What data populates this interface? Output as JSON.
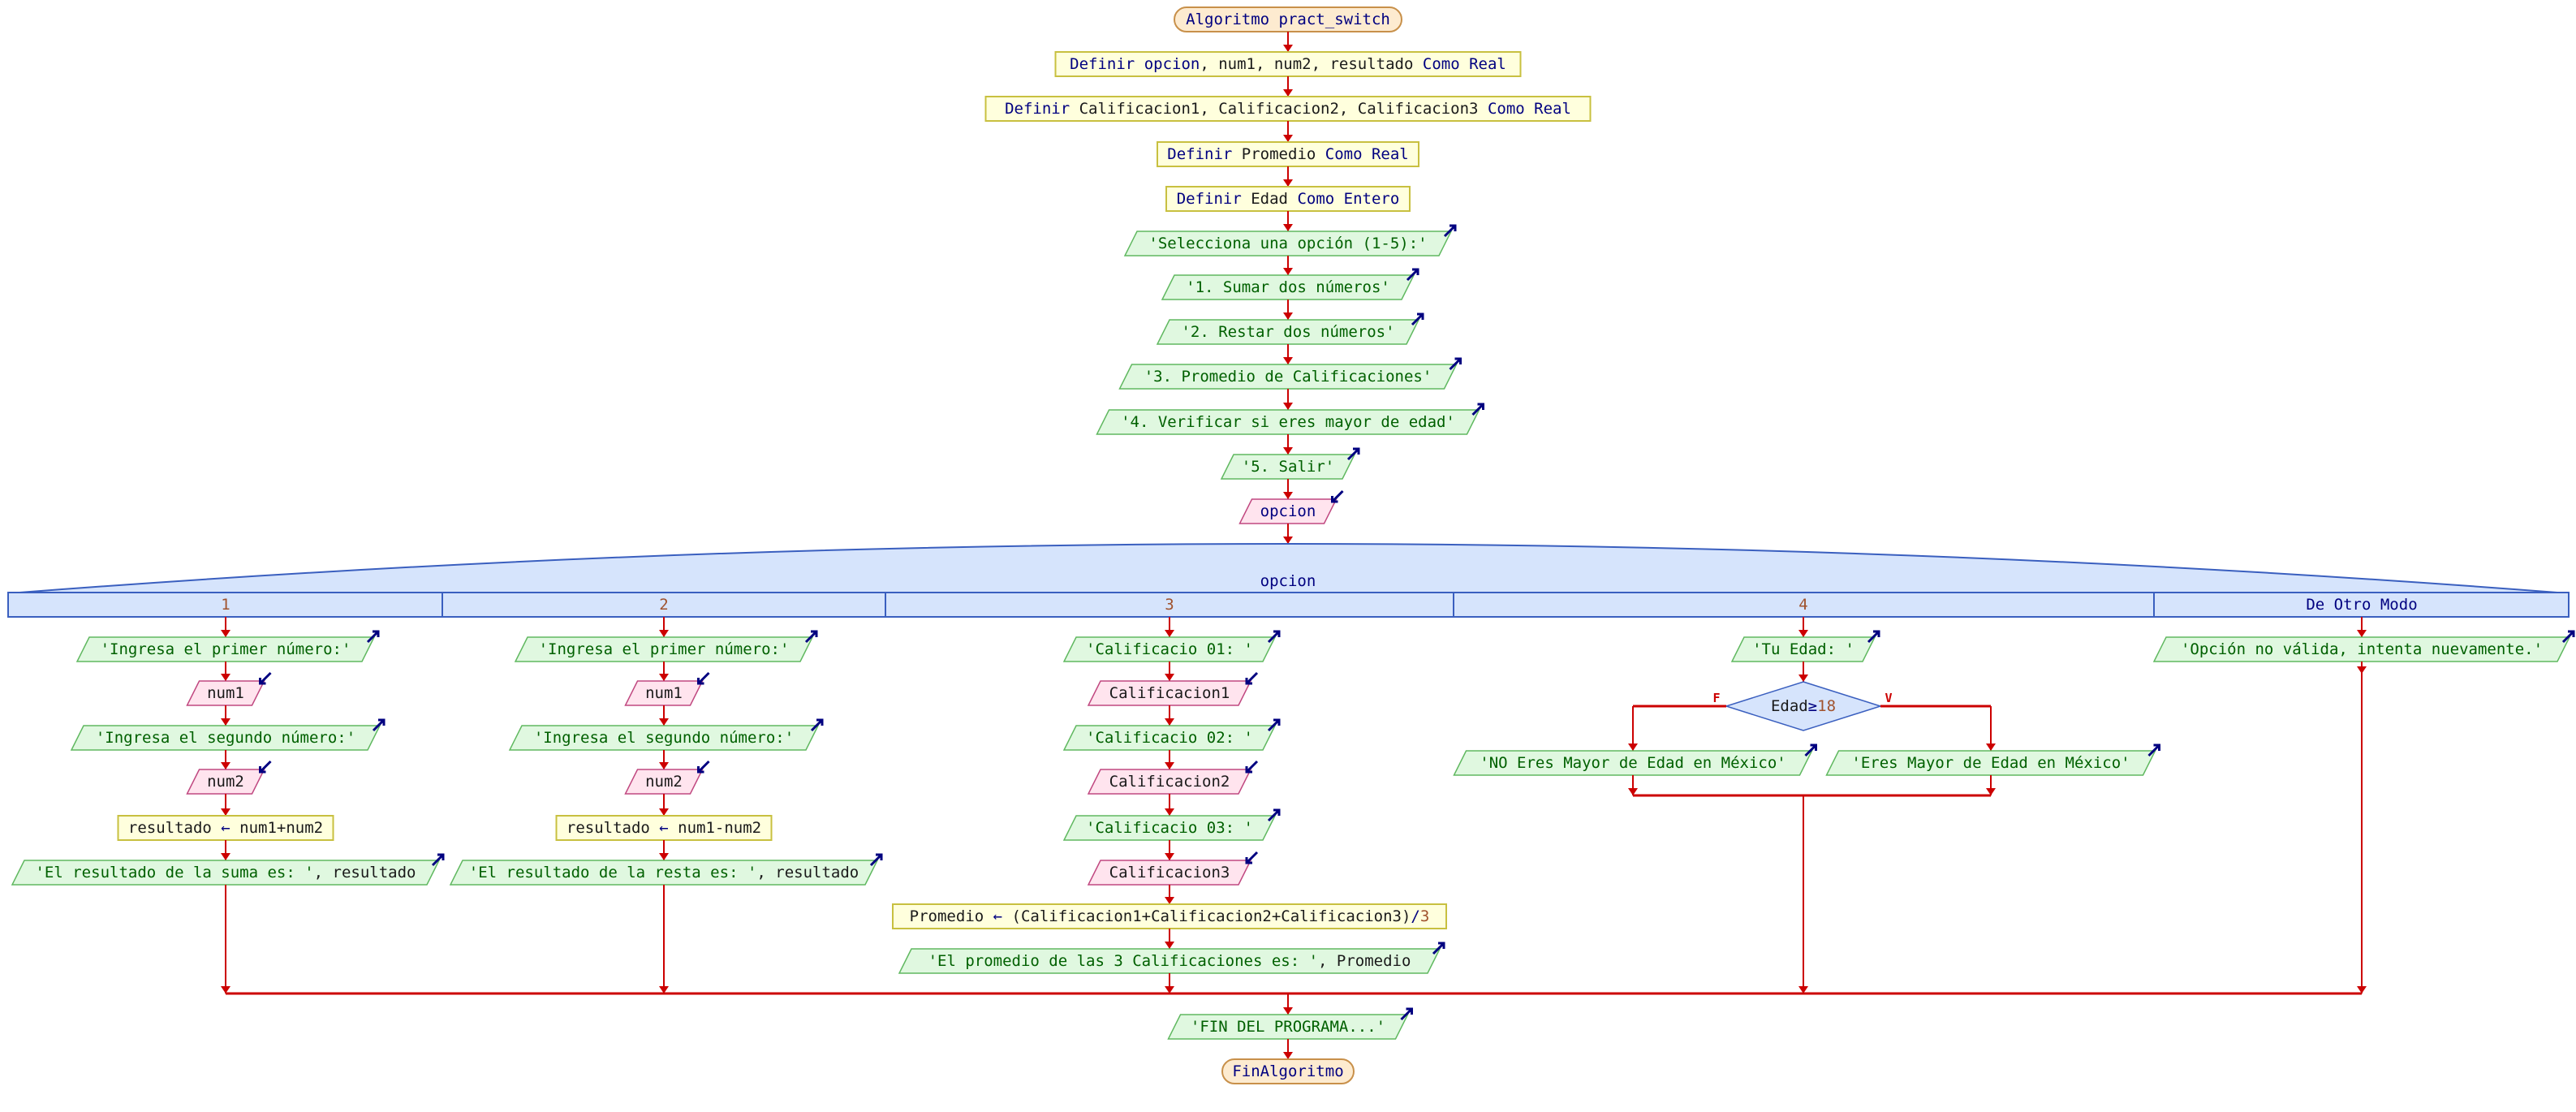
{
  "diagram": {
    "title": "Algoritmo pract_switch",
    "colors": {
      "flow_line": "#cc0000",
      "terminal_fill": "#fdebd0",
      "terminal_border": "#c8904a",
      "process_fill": "#ffffdd",
      "process_border": "#c8c040",
      "output_fill": "#e0f8e0",
      "output_border": "#60b860",
      "input_fill": "#ffe4ee",
      "input_border": "#c04880",
      "switch_fill": "#d6e4fc",
      "switch_border": "#3a5fbf",
      "keyword_text": "#000080",
      "string_text": "#006000",
      "number_text": "#a0522d",
      "io_arrow": "#000080"
    },
    "main_flow": [
      {
        "id": "start",
        "type": "terminal",
        "segments": [
          [
            "Algoritmo pract_switch",
            "kw"
          ]
        ]
      },
      {
        "id": "def1",
        "type": "process",
        "segments": [
          [
            "Definir ",
            "kw"
          ],
          [
            "opcion",
            "kw"
          ],
          [
            ", num1, num2, resultado ",
            "var"
          ],
          [
            "Como Real",
            "kw"
          ]
        ]
      },
      {
        "id": "def2",
        "type": "process",
        "segments": [
          [
            "Definir ",
            "kw"
          ],
          [
            "Calificacion1, Calificacion2, Calificacion3 ",
            "var"
          ],
          [
            "Como Real",
            "kw"
          ]
        ]
      },
      {
        "id": "def3",
        "type": "process",
        "segments": [
          [
            "Definir ",
            "kw"
          ],
          [
            "Promedio ",
            "var"
          ],
          [
            "Como Real",
            "kw"
          ]
        ]
      },
      {
        "id": "def4",
        "type": "process",
        "segments": [
          [
            "Definir ",
            "kw"
          ],
          [
            "Edad ",
            "var"
          ],
          [
            "Como Entero",
            "kw"
          ]
        ]
      },
      {
        "id": "out1",
        "type": "output",
        "segments": [
          [
            "'Selecciona una opción (1-5):'",
            "str"
          ]
        ]
      },
      {
        "id": "out2",
        "type": "output",
        "segments": [
          [
            "'1. Sumar dos números'",
            "str"
          ]
        ]
      },
      {
        "id": "out3",
        "type": "output",
        "segments": [
          [
            "'2. Restar dos números'",
            "str"
          ]
        ]
      },
      {
        "id": "out4",
        "type": "output",
        "segments": [
          [
            "'3. Promedio de Calificaciones'",
            "str"
          ]
        ]
      },
      {
        "id": "out5",
        "type": "output",
        "segments": [
          [
            "'4. Verificar si eres mayor de edad'",
            "str"
          ]
        ]
      },
      {
        "id": "out6",
        "type": "output",
        "segments": [
          [
            "'5. Salir'",
            "str"
          ]
        ]
      },
      {
        "id": "in_opcion",
        "type": "input",
        "segments": [
          [
            "opcion",
            "kw"
          ]
        ]
      }
    ],
    "switch": {
      "variable": "opcion",
      "cases": [
        {
          "label": "1",
          "label_kind": "num",
          "steps": [
            {
              "type": "output",
              "segments": [
                [
                  "'Ingresa el primer número:'",
                  "str"
                ]
              ]
            },
            {
              "type": "input",
              "segments": [
                [
                  "num1",
                  "var"
                ]
              ]
            },
            {
              "type": "output",
              "segments": [
                [
                  "'Ingresa el segundo número:'",
                  "str"
                ]
              ]
            },
            {
              "type": "input",
              "segments": [
                [
                  "num2",
                  "var"
                ]
              ]
            },
            {
              "type": "process",
              "segments": [
                [
                  "resultado ",
                  "var"
                ],
                [
                  "←",
                  "op"
                ],
                [
                  " num1+num2",
                  "var"
                ]
              ]
            },
            {
              "type": "output",
              "segments": [
                [
                  "'El resultado de la suma es: '",
                  "str"
                ],
                [
                  ", resultado",
                  "var"
                ]
              ]
            }
          ]
        },
        {
          "label": "2",
          "label_kind": "num",
          "steps": [
            {
              "type": "output",
              "segments": [
                [
                  "'Ingresa el primer número:'",
                  "str"
                ]
              ]
            },
            {
              "type": "input",
              "segments": [
                [
                  "num1",
                  "var"
                ]
              ]
            },
            {
              "type": "output",
              "segments": [
                [
                  "'Ingresa el segundo número:'",
                  "str"
                ]
              ]
            },
            {
              "type": "input",
              "segments": [
                [
                  "num2",
                  "var"
                ]
              ]
            },
            {
              "type": "process",
              "segments": [
                [
                  "resultado ",
                  "var"
                ],
                [
                  "←",
                  "op"
                ],
                [
                  " num1-num2",
                  "var"
                ]
              ]
            },
            {
              "type": "output",
              "segments": [
                [
                  "'El resultado de la resta es: '",
                  "str"
                ],
                [
                  ", resultado",
                  "var"
                ]
              ]
            }
          ]
        },
        {
          "label": "3",
          "label_kind": "num",
          "steps": [
            {
              "type": "output",
              "segments": [
                [
                  "'Calificacio 01: '",
                  "str"
                ]
              ]
            },
            {
              "type": "input",
              "segments": [
                [
                  "Calificacion1",
                  "var"
                ]
              ]
            },
            {
              "type": "output",
              "segments": [
                [
                  "'Calificacio 02: '",
                  "str"
                ]
              ]
            },
            {
              "type": "input",
              "segments": [
                [
                  "Calificacion2",
                  "var"
                ]
              ]
            },
            {
              "type": "output",
              "segments": [
                [
                  "'Calificacio 03: '",
                  "str"
                ]
              ]
            },
            {
              "type": "input",
              "segments": [
                [
                  "Calificacion3",
                  "var"
                ]
              ]
            },
            {
              "type": "process",
              "segments": [
                [
                  "Promedio ",
                  "var"
                ],
                [
                  "←",
                  "op"
                ],
                [
                  " (Calificacion1+Calificacion2+Calificacion3)",
                  "var"
                ],
                [
                  "/",
                  "op"
                ],
                [
                  "3",
                  "num"
                ]
              ]
            },
            {
              "type": "output",
              "segments": [
                [
                  "'El promedio de las 3 Calificaciones es: '",
                  "str"
                ],
                [
                  ", Promedio",
                  "var"
                ]
              ]
            }
          ]
        },
        {
          "label": "4",
          "label_kind": "num",
          "steps": [
            {
              "type": "output",
              "segments": [
                [
                  "'Tu Edad: '",
                  "str"
                ]
              ]
            },
            {
              "type": "decision",
              "segments": [
                [
                  "Edad",
                  "var"
                ],
                [
                  "≥",
                  "op"
                ],
                [
                  "18",
                  "num"
                ]
              ],
              "false_label": "F",
              "true_label": "V",
              "false_branch": [
                {
                  "type": "output",
                  "segments": [
                    [
                      "'NO Eres Mayor de Edad en México'",
                      "str"
                    ]
                  ]
                }
              ],
              "true_branch": [
                {
                  "type": "output",
                  "segments": [
                    [
                      "'Eres Mayor de Edad en México'",
                      "str"
                    ]
                  ]
                }
              ]
            }
          ]
        },
        {
          "label": "De Otro Modo",
          "label_kind": "kw",
          "steps": [
            {
              "type": "output",
              "segments": [
                [
                  "'Opción no válida, intenta nuevamente.'",
                  "str"
                ]
              ]
            }
          ]
        }
      ]
    },
    "after_switch": [
      {
        "id": "fin_out",
        "type": "output",
        "segments": [
          [
            "'FIN DEL PROGRAMA...'",
            "str"
          ]
        ]
      },
      {
        "id": "end",
        "type": "terminal",
        "segments": [
          [
            "FinAlgoritmo",
            "kw"
          ]
        ]
      }
    ],
    "icons": {
      "output_marker": "output-arrow-icon",
      "input_marker": "input-arrow-icon"
    }
  }
}
